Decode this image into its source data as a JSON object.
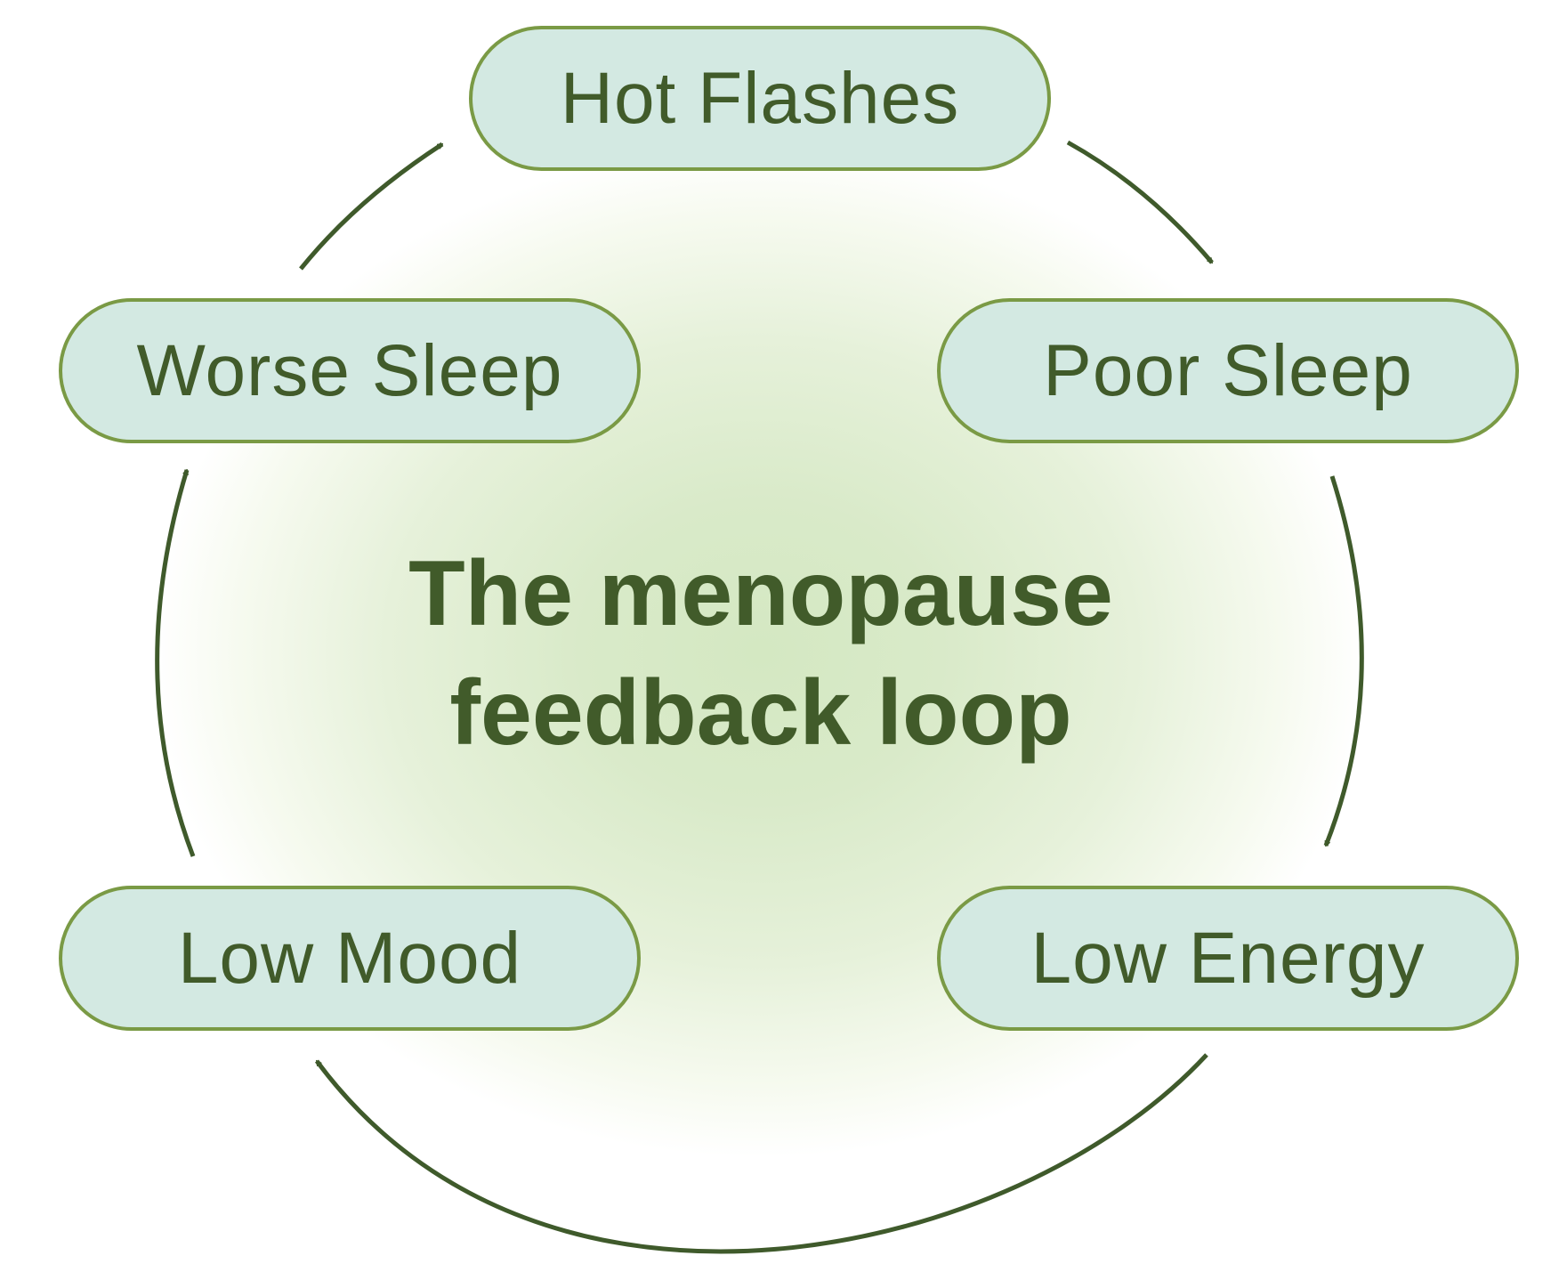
{
  "diagram": {
    "title_line1": "The menopause",
    "title_line2": "feedback loop",
    "nodes": [
      {
        "id": "hot-flashes",
        "label": "Hot Flashes"
      },
      {
        "id": "poor-sleep",
        "label": "Poor Sleep"
      },
      {
        "id": "low-energy",
        "label": "Low Energy"
      },
      {
        "id": "low-mood",
        "label": "Low Mood"
      },
      {
        "id": "worse-sleep",
        "label": "Worse Sleep"
      }
    ],
    "edges": [
      {
        "from": "Hot Flashes",
        "to": "Poor Sleep"
      },
      {
        "from": "Poor Sleep",
        "to": "Low Energy"
      },
      {
        "from": "Low Energy",
        "to": "Low Mood"
      },
      {
        "from": "Low Mood",
        "to": "Worse Sleep"
      },
      {
        "from": "Worse Sleep",
        "to": "Hot Flashes"
      }
    ]
  },
  "colors": {
    "node_fill": "#d3e9e2",
    "node_border": "#7a9a45",
    "text": "#415b2a",
    "arrow": "#3f5a2b",
    "glow_center": "#d4e8c2"
  }
}
